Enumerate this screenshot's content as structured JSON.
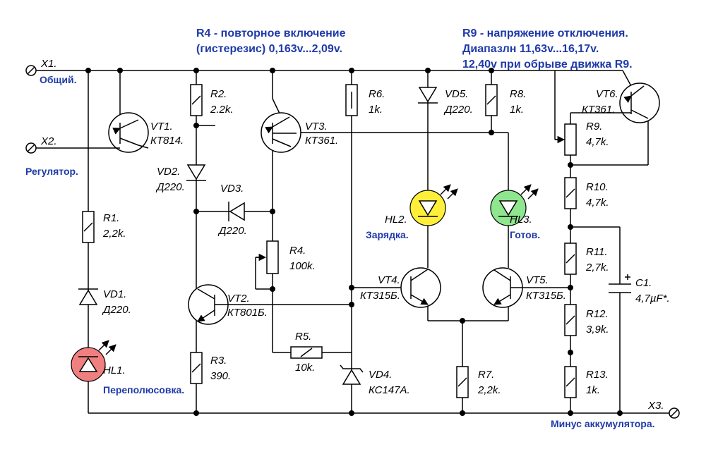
{
  "notes": {
    "r4_line1": "R4 - повторное включение",
    "r4_line2": "(гистерезис) 0,163v...2,09v.",
    "r9_line1": "R9 - напряжение отключения.",
    "r9_line2": "Диапазлн 11,63v...16,17v.",
    "r9_line3": "12,40v при обрыве движка R9."
  },
  "terminals": {
    "x1": {
      "ref": "X1.",
      "desc": "Общий."
    },
    "x2": {
      "ref": "X2.",
      "desc": "Регулятор."
    },
    "x3": {
      "ref": "X3.",
      "desc": "Минус аккумулятора."
    }
  },
  "components": {
    "vt1": {
      "ref": "VT1.",
      "value": "КТ814."
    },
    "vt2": {
      "ref": "VT2.",
      "value": "КТ801Б."
    },
    "vt3": {
      "ref": "VT3.",
      "value": "КТ361."
    },
    "vt4": {
      "ref": "VT4.",
      "value": "КТ315Б."
    },
    "vt5": {
      "ref": "VT5.",
      "value": "КТ315Б."
    },
    "vt6": {
      "ref": "VT6.",
      "value": "КТ361."
    },
    "r1": {
      "ref": "R1.",
      "value": "2,2k."
    },
    "r2": {
      "ref": "R2.",
      "value": "2.2k."
    },
    "r3": {
      "ref": "R3.",
      "value": "390."
    },
    "r4": {
      "ref": "R4.",
      "value": "100k."
    },
    "r5": {
      "ref": "R5.",
      "value": "10k."
    },
    "r6": {
      "ref": "R6.",
      "value": "1k."
    },
    "r7": {
      "ref": "R7.",
      "value": "2,2k."
    },
    "r8": {
      "ref": "R8.",
      "value": "1k."
    },
    "r9": {
      "ref": "R9.",
      "value": "4,7k."
    },
    "r10": {
      "ref": "R10.",
      "value": "4,7k."
    },
    "r11": {
      "ref": "R11.",
      "value": "2,7k."
    },
    "r12": {
      "ref": "R12.",
      "value": "3,9k."
    },
    "r13": {
      "ref": "R13.",
      "value": "1k."
    },
    "vd1": {
      "ref": "VD1.",
      "value": "Д220."
    },
    "vd2": {
      "ref": "VD2.",
      "value": "Д220."
    },
    "vd3": {
      "ref": "VD3.",
      "value": "Д220."
    },
    "vd4": {
      "ref": "VD4.",
      "value": "КС147А."
    },
    "vd5": {
      "ref": "VD5.",
      "value": "Д220."
    },
    "c1": {
      "ref": "C1.",
      "value": "4,7µF*."
    },
    "hl1": {
      "ref": "HL1.",
      "desc": "Переполюсовка."
    },
    "hl2": {
      "ref": "HL2.",
      "desc": "Зарядка."
    },
    "hl3": {
      "ref": "HL3.",
      "desc": "Готов."
    }
  },
  "colors": {
    "hl1": "#f08080",
    "hl2": "#ffef3a",
    "hl3": "#8ee68e",
    "annotation": "#1f3aa8"
  }
}
